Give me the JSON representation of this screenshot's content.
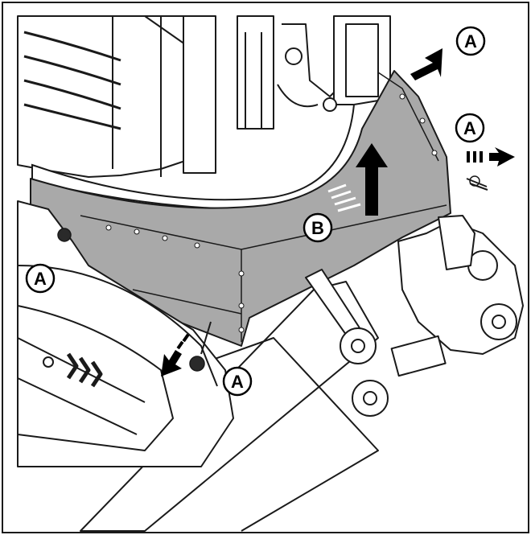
{
  "callouts": {
    "a_top": "A",
    "a_right": "A",
    "a_left": "A",
    "a_bottom": "A",
    "b_center": "B"
  },
  "colors": {
    "line": "#1a1a1a",
    "cover_fill": "#a9a9a9",
    "cover_shade": "#9a9a9a",
    "background": "#ffffff",
    "arrow": "#000000"
  },
  "icons": {
    "bolt": "bolt-icon",
    "arrow": "arrow-icon"
  }
}
